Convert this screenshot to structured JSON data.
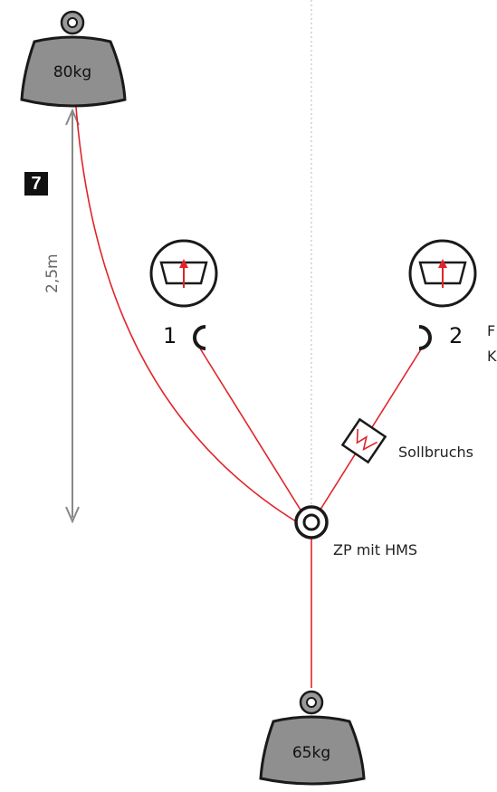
{
  "step_badge": "7",
  "distance_label": "2,5m",
  "weights": {
    "top_left": "80kg",
    "bottom": "65kg"
  },
  "anchors": {
    "left_number": "1",
    "right_number": "2",
    "right_cut_text_line1": "F",
    "right_cut_text_line2": "K"
  },
  "labels": {
    "sollbruch": "Sollbruchs",
    "zp": "ZP mit HMS"
  },
  "colors": {
    "rope": "#e0242a",
    "weight_fill": "#8f8f8f",
    "outline": "#1a1a1a",
    "dimension": "#777777"
  }
}
